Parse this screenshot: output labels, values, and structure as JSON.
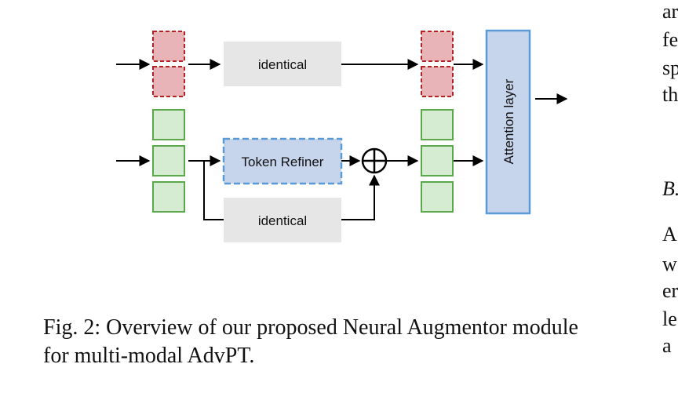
{
  "diagram": {
    "boxes": {
      "identical_top": "identical",
      "token_refiner": "Token Refiner",
      "identical_bottom": "identical",
      "attention_layer": "Attention layer"
    },
    "colors": {
      "red_token_fill": "#e8b4b8",
      "red_token_border": "#b22222",
      "green_token_fill": "#d5ebd2",
      "green_token_border": "#5aa84a",
      "grey_box": "#e6e6e6",
      "blue_box_fill": "#c6d4ec",
      "blue_box_border": "#5b9bd5"
    }
  },
  "caption": {
    "line1": "Fig. 2: Overview of our proposed Neural Augmentor module",
    "line2": "for multi-modal AdvPT."
  },
  "side_text": [
    "ar",
    "fe",
    "sp",
    "th",
    "B.",
    "A",
    "w",
    "er",
    "le",
    "a"
  ]
}
